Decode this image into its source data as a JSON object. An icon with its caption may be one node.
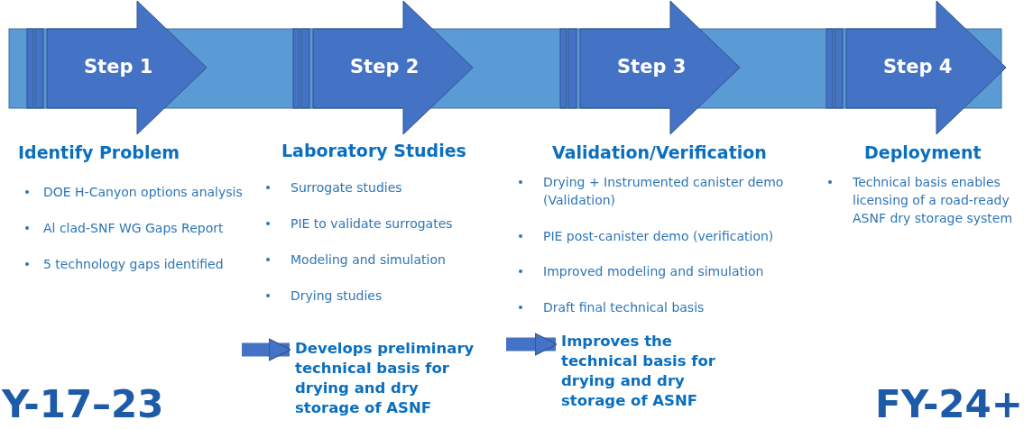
{
  "diagram": {
    "nodes": [
      {
        "text": [
          "Step 1"
        ]
      },
      {
        "text": [
          "Step 2"
        ]
      },
      {
        "text": [
          "Step 3"
        ]
      },
      {
        "text": [
          "Step 4"
        ]
      },
      {
        "text": [
          "Develops preliminary technical basis for drying and dry storage of ASNF"
        ]
      },
      {
        "text": [
          "Improves the technical basis for drying and dry storage of ASNF"
        ]
      }
    ],
    "edges": [
      {
        "from": null,
        "to": 4,
        "arrow": "to"
      },
      {
        "from": null,
        "to": 5,
        "arrow": "to"
      }
    ],
    "labels": [
      "Identify Problem",
      "DOE H-Canyon options analysis",
      "Al clad-SNF WG Gaps Report",
      "5 technology gaps identified",
      "Laboratory Studies",
      "Surrogate studies",
      "PIE to validate surrogates",
      "Modeling and simulation",
      "Drying studies",
      "Validation/Verification",
      "Drying + Instrumented canister demo (Validation)",
      "PIE post-canister demo (verification)",
      "Improved modeling and simulation",
      "Draft final technical basis",
      "Deployment",
      "Technical basis enables licensing of a road-ready ASNF dry storage system",
      "Y-17–23",
      "FY-24+"
    ]
  }
}
